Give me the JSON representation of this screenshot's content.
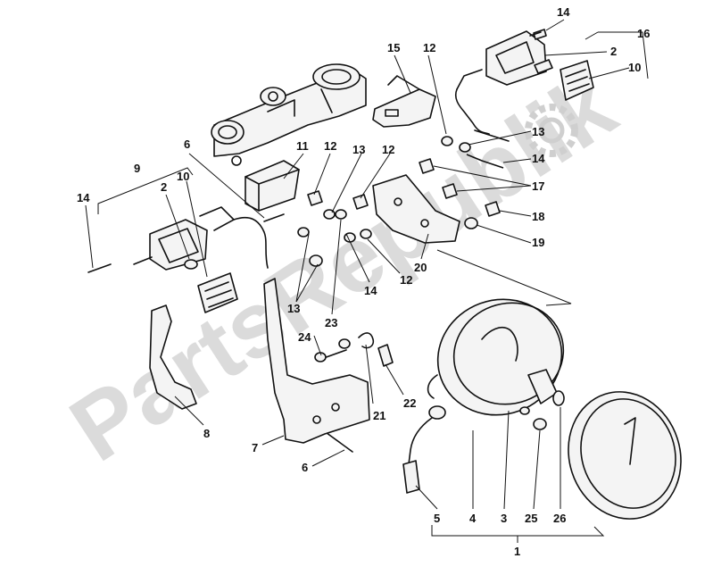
{
  "watermark": {
    "text": "PartsRepublik"
  },
  "callouts": {
    "c14a": "14",
    "c16": "16",
    "c2a": "2",
    "c10a": "10",
    "c15": "15",
    "c12a": "12",
    "c13a": "13",
    "c14b": "14",
    "c17": "17",
    "c18": "18",
    "c19": "19",
    "c20": "20",
    "c12b": "12",
    "c6a": "6",
    "c11": "11",
    "c12c": "12",
    "c13b": "13",
    "c12d": "12",
    "c9": "9",
    "c2b": "2",
    "c10b": "10",
    "c14c": "14",
    "c13c": "13",
    "c14d": "14",
    "c23": "23",
    "c24": "24",
    "c22": "22",
    "c21": "21",
    "c8": "8",
    "c7": "7",
    "c6b": "6",
    "c5": "5",
    "c4": "4",
    "c3": "3",
    "c25": "25",
    "c26": "26",
    "c1": "1"
  }
}
